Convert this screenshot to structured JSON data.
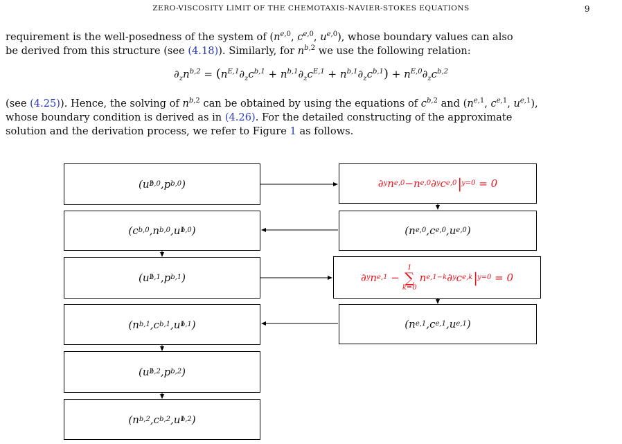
{
  "header": {
    "running_title": "ZERO-VISCOSITY LIMIT OF THE CHEMOTAXIS-NAVIER-STOKES EQUATIONS",
    "page_number": "9"
  },
  "paragraph1": {
    "line1_pre": "requirement is the well-posedness of the system of ",
    "line1_post": ", whose boundary values can also",
    "line2_pre": "be derived from this structure (see ",
    "ref_418": "(4.18)",
    "line2_post": "). Similarly, for ",
    "line2_end": " we use the following relation:"
  },
  "paragraph2": {
    "line1_pre": "(see ",
    "ref_425": "(4.25)",
    "line1_mid": "). Hence, the solving of ",
    "line1_mid2": " can be obtained by using the equations of ",
    "line1_and": " and ",
    "line2_pre": "whose boundary condition is derived as in ",
    "ref_426": "(4.26)",
    "line2_post": ". For the detailed constructing of the approximate",
    "line3_pre": "solution and the derivation process, we refer to Figure ",
    "ref_fig": "1",
    "line3_post": " as follows."
  },
  "flowchart": {
    "left_boxes": [
      "(u2^{b,0}, p^{b,0})",
      "(c^{b,0}, n^{b,0}, u1^{b,0})",
      "(u2^{b,1}, p^{b,1})",
      "(n^{b,1}, c^{b,1}, u1^{b,1})",
      "(u2^{b,2}, p^{b,2})",
      "(n^{b,2}, c^{b,2}, u1^{b,2})"
    ],
    "right_boxes": [
      "∂y n^{e,0} − n^{e,0} ∂y c^{e,0} |_{y=0} = 0",
      "(n^{e,0}, c^{e,0}, u^{e,0})",
      "∂y n^{e,1} − Σ_{k=0}^{1} n^{e,1−k} ∂y c^{e,k} |_{y=0} = 0",
      "(n^{e,1}, c^{e,1}, u^{e,1})"
    ],
    "highlight_color": "#e8121c"
  }
}
